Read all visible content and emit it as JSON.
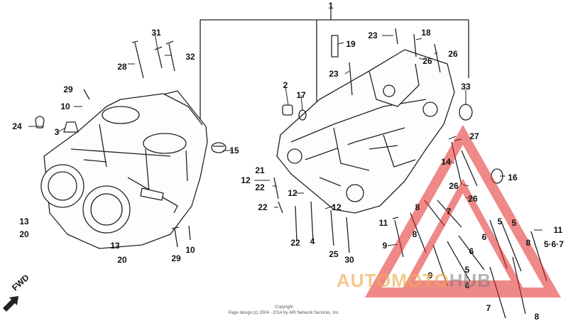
{
  "fwd_label": "FWD",
  "copyright": {
    "line1": "Copyright",
    "line2": "Page design (c) 2004 - 2014 by ARI Network Services, Inc."
  },
  "watermark": {
    "part_a": "AUTOMOTO",
    "part_b": "HUB"
  },
  "part_labels": [
    "1",
    "31",
    "32",
    "28",
    "29",
    "10",
    "24",
    "3",
    "15",
    "2",
    "17",
    "19",
    "23",
    "23",
    "18",
    "26",
    "26",
    "33",
    "27",
    "14",
    "16",
    "26",
    "26",
    "21",
    "12",
    "22",
    "12",
    "22",
    "12",
    "4",
    "22",
    "25",
    "30",
    "13",
    "20",
    "13",
    "20",
    "29",
    "10",
    "11",
    "9",
    "8",
    "7",
    "6",
    "5",
    "8",
    "6",
    "5",
    "9",
    "6",
    "5",
    "7",
    "8",
    "8",
    "11",
    "5·6·7"
  ]
}
